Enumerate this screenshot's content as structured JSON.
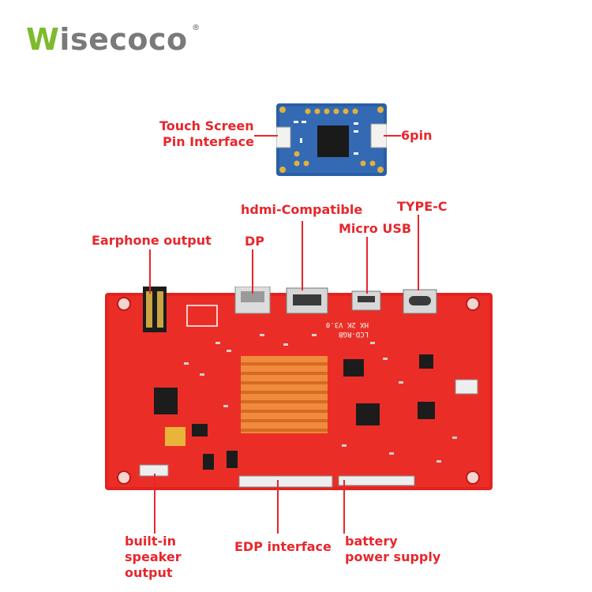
{
  "brand": {
    "logo_w": "W",
    "logo_rest": "isecoco",
    "registered": "®"
  },
  "labels": {
    "touch_line1": "Touch Screen",
    "touch_line2": "Pin Interface",
    "six_pin": "6pin",
    "hdmi": "hdmi-Compatible",
    "type_c": "TYPE-C",
    "micro_usb": "Micro USB",
    "earphone": "Earphone output",
    "dp": "DP",
    "speaker_line1": "built-in",
    "speaker_line2": "speaker",
    "speaker_line3": "output",
    "edp": "EDP interface",
    "battery_line1": "battery",
    "battery_line2": "power supply"
  },
  "board": {
    "silkscreen_1": "HX 2K V3.0",
    "silkscreen_2": "LCD-RGB"
  },
  "colors": {
    "pcb": "#e3231f",
    "heatsink": "#f08a3c",
    "label": "#e8262c",
    "touch_pcb": "#2a5fa8",
    "logo_green": "#7dbb2e"
  }
}
